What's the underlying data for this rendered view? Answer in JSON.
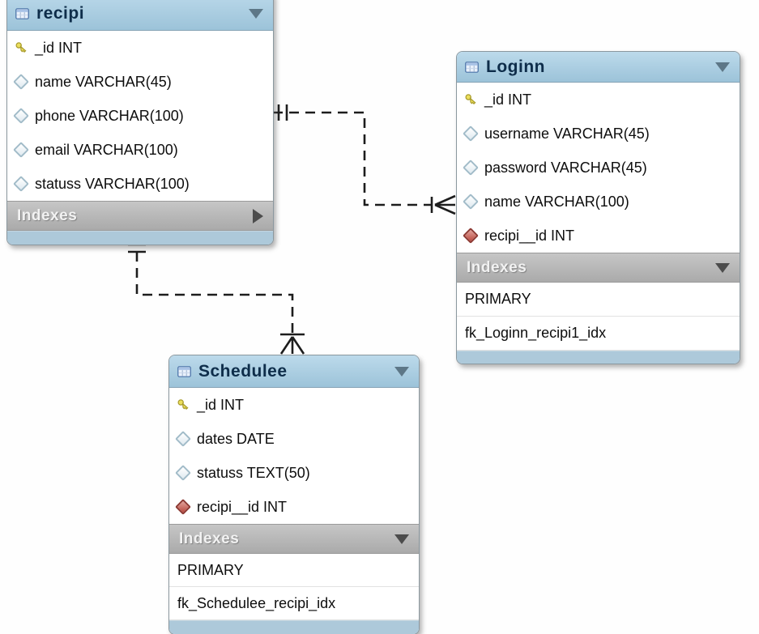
{
  "diagram": {
    "tool_style": "MySQL Workbench EER diagram",
    "tables": [
      {
        "name": "recipi",
        "columns": [
          {
            "icon": "primary-key-icon",
            "text": "_id INT"
          },
          {
            "icon": "column-icon",
            "text": "name VARCHAR(45)"
          },
          {
            "icon": "column-icon",
            "text": "phone VARCHAR(100)"
          },
          {
            "icon": "column-icon",
            "text": "email VARCHAR(100)"
          },
          {
            "icon": "column-icon",
            "text": "statuss VARCHAR(100)"
          }
        ],
        "indexes_label": "Indexes",
        "indexes_state": "collapsed",
        "index_rows": []
      },
      {
        "name": "Loginn",
        "columns": [
          {
            "icon": "primary-key-icon",
            "text": "_id INT"
          },
          {
            "icon": "column-icon",
            "text": "username VARCHAR(45)"
          },
          {
            "icon": "column-icon",
            "text": "password VARCHAR(45)"
          },
          {
            "icon": "column-icon",
            "text": "name VARCHAR(100)"
          },
          {
            "icon": "foreign-key-icon",
            "text": "recipi__id INT"
          }
        ],
        "indexes_label": "Indexes",
        "indexes_state": "expanded",
        "index_rows": [
          "PRIMARY",
          "fk_Loginn_recipi1_idx"
        ]
      },
      {
        "name": "Schedulee",
        "columns": [
          {
            "icon": "primary-key-icon",
            "text": "_id INT"
          },
          {
            "icon": "column-icon",
            "text": "dates DATE"
          },
          {
            "icon": "column-icon",
            "text": "statuss TEXT(50)"
          },
          {
            "icon": "foreign-key-icon",
            "text": "recipi__id INT"
          }
        ],
        "indexes_label": "Indexes",
        "indexes_state": "expanded",
        "index_rows": [
          "PRIMARY",
          "fk_Schedulee_recipi_idx"
        ]
      }
    ],
    "relationships": [
      {
        "from": "recipi",
        "to": "Loginn",
        "from_cardinality": "one-and-only-one (||)",
        "to_cardinality": "many-mandatory (crow's foot with bar)",
        "line_style": "dashed (non-identifying)"
      },
      {
        "from": "recipi",
        "to": "Schedulee",
        "from_cardinality": "one-and-only-one (||)",
        "to_cardinality": "many-mandatory (crow's foot with bar)",
        "line_style": "dashed (non-identifying)"
      }
    ]
  },
  "icons": {
    "table-icon": "blue grid/table glyph",
    "chevron-down-icon": "▼",
    "expand-right-icon": "▶",
    "expand-down-icon": "▼",
    "primary-key-icon": "yellow key",
    "column-icon": "hollow blue diamond ◇",
    "foreign-key-icon": "red filled diamond ◆"
  },
  "colors": {
    "table_header_blue": "#a9cde1",
    "table_footer_blue": "#adc9da",
    "indexes_bar_gray": "#b7b7b7",
    "table_title_navy": "#0e2d4a",
    "primary_key_yellow": "#e8da52",
    "foreign_key_red": "#b9493f",
    "column_diamond_blue": "#a2bcc9",
    "relationship_line": "#1d1d1d",
    "background": "#fefefe"
  }
}
